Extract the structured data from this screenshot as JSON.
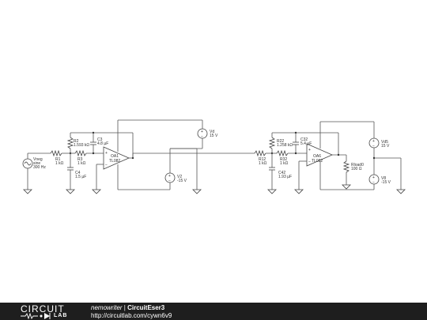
{
  "schematic": {
    "vsrc": {
      "name": "Vneg",
      "type": "sine",
      "freq": "300 Hz"
    },
    "r1": {
      "name": "R1",
      "value": "1 kΩ"
    },
    "r2": {
      "name": "R2",
      "value": "1.593 kΩ"
    },
    "r3": {
      "name": "R3",
      "value": "1 kΩ"
    },
    "c3": {
      "name": "C3",
      "value": "4.8 µF"
    },
    "c4": {
      "name": "C4",
      "value": "1.5 µF"
    },
    "oa1": {
      "name": "OA1",
      "part": "TL082"
    },
    "vd": {
      "name": "Vd",
      "value": "15 V"
    },
    "v2": {
      "name": "V2",
      "value": "-15 V"
    },
    "r12": {
      "name": "R12",
      "value": "1 kΩ"
    },
    "r22": {
      "name": "R22",
      "value": "1.258 kΩ"
    },
    "r32": {
      "name": "R32",
      "value": "1 kΩ"
    },
    "c32": {
      "name": "C32",
      "value": "5.4 µF"
    },
    "c42": {
      "name": "C42",
      "value": "1.93 µF"
    },
    "oa6": {
      "name": "OA6",
      "part": "TL082"
    },
    "rload": {
      "name": "Rload0",
      "value": "100 Ω"
    },
    "vd5": {
      "name": "Vd5",
      "value": "15 V"
    },
    "v8": {
      "name": "V8",
      "value": "-15 V"
    }
  },
  "footer": {
    "logo_top": "CIRCUIT",
    "logo_bottom": "LAB",
    "username": "nemowriter",
    "separator": " | ",
    "circuit_title": "CircuitEser3",
    "url": "http://circuitlab.com/cywn6v9"
  }
}
